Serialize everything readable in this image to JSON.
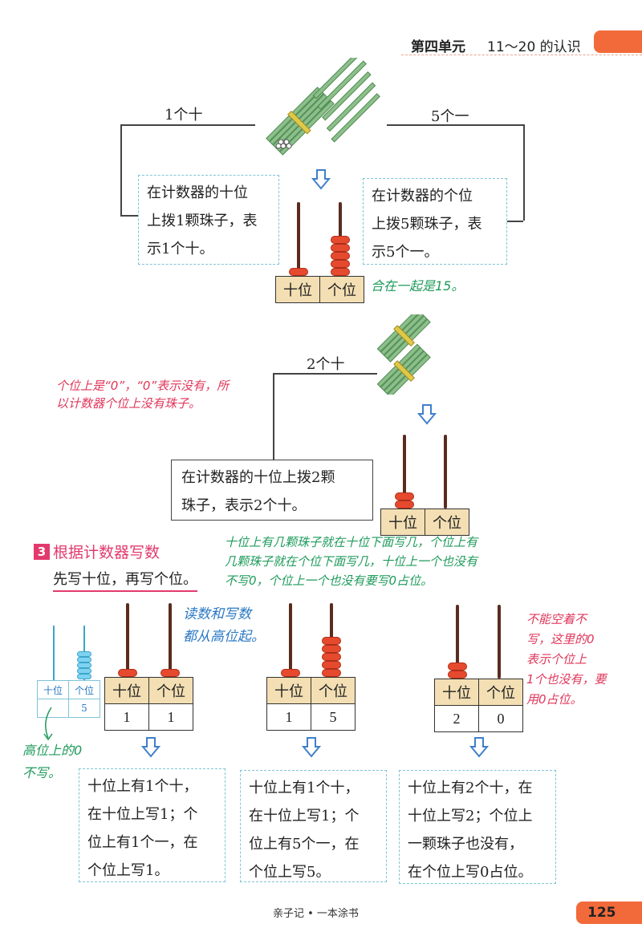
{
  "header": {
    "unit": "第四单元",
    "title": "11～20 的认识"
  },
  "part1": {
    "label_ten": "1个十",
    "label_one": "5个一",
    "box_left": [
      "在计数器的十位",
      "上拨1颗珠子，表",
      "示1个十。"
    ],
    "box_right": [
      "在计数器的个位",
      "上拨5颗珠子，表",
      "示5个一。"
    ],
    "place_tens": "十位",
    "place_ones": "个位",
    "note": "合在一起是15。"
  },
  "part2": {
    "label_ten": "2个十",
    "note_red": [
      "个位上是“0”，“0”表示没有，所",
      "以计数器个位上没有珠子。"
    ],
    "box": [
      "在计数器的十位上拨2颗",
      "珠子，表示2个十。"
    ],
    "place_tens": "十位",
    "place_ones": "个位"
  },
  "section3": {
    "num": "3",
    "title": "根据计数器写数",
    "subtitle": "先写十位，再写个位。",
    "note_green": [
      "十位上有几颗珠子就在十位下面写几，个位上有",
      "几颗珠子就在个位下面写几，十位上一个也没有",
      "不写0，个位上一个也没有要写0占位。"
    ],
    "note_blue": [
      "读数和写数",
      "都从高位起。"
    ],
    "note_red": [
      "不能空着不",
      "写，这里的0",
      "表示个位上",
      "1个也没有，要",
      "用0占位。"
    ],
    "note_green_left": [
      "高位上的0",
      "不写。"
    ],
    "mini_table": {
      "tens": "十位",
      "ones": "个位",
      "value_ones": "5"
    },
    "abacus": [
      {
        "tens": "十位",
        "ones": "个位",
        "value_tens": "1",
        "value_ones": "1",
        "text": [
          "十位上有1个十，",
          "在十位上写1；个",
          "位上有1个一，在",
          "个位上写1。"
        ]
      },
      {
        "tens": "十位",
        "ones": "个位",
        "value_tens": "1",
        "value_ones": "5",
        "text": [
          "十位上有1个十，",
          "在十位上写1；个",
          "位上有5个一，在",
          "个位上写5。"
        ]
      },
      {
        "tens": "十位",
        "ones": "个位",
        "value_tens": "2",
        "value_ones": "0",
        "text": [
          "十位上有2个十，在",
          "十位上写2；个位上",
          "一颗珠子也没有，",
          "在个位上写0占位。"
        ]
      }
    ]
  },
  "footer": {
    "text": "亲子记 • 一本涂书",
    "page": "125"
  },
  "colors": {
    "accent": "#f26a3a",
    "section": "#e23a6c",
    "bead": "#e64a2e",
    "dash_border": "#7fc4d6"
  }
}
